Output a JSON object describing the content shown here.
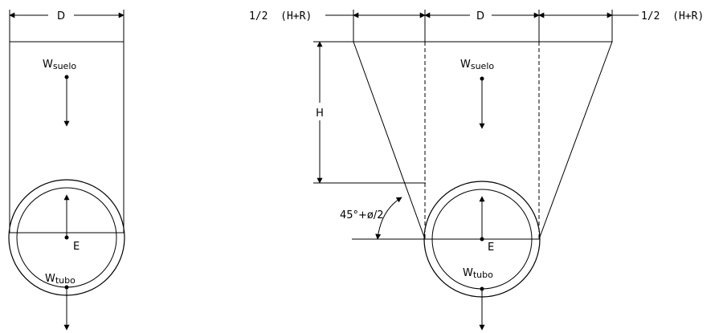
{
  "left": {
    "dim_d": "D",
    "w_soil": {
      "main": "W",
      "sub": "suelo"
    },
    "w_pipe": {
      "main": "W",
      "sub": "tubo"
    },
    "center": "E"
  },
  "right": {
    "dim_left": "1/2  (H+R)",
    "dim_d": "D",
    "dim_right": "1/2  (H+R)",
    "dim_h": "H",
    "angle": "45°+ø/2",
    "w_soil": {
      "main": "W",
      "sub": "suelo"
    },
    "w_pipe": {
      "main": "W",
      "sub": "tubo"
    },
    "center": "E"
  },
  "colors": {
    "line": "#000000",
    "background": "#ffffff",
    "hatch": "#000000"
  }
}
